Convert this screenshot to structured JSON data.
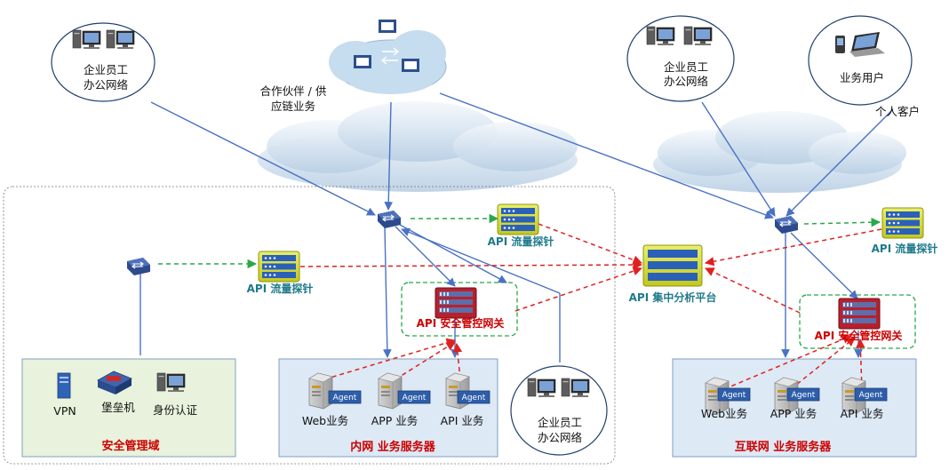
{
  "labels": {
    "office_net_top_left": [
      "企业员工",
      "办公网络"
    ],
    "office_net_top_right": [
      "企业员工",
      "办公网络"
    ],
    "office_net_bottom": [
      "企业员工",
      "办公网络"
    ],
    "business_user": "业务用户",
    "personal_customer": "个人客户",
    "partner": [
      "合作伙伴 / 供",
      "应链业务"
    ],
    "probe_left": "API 流量探针",
    "probe_center": "API 流量探针",
    "probe_right": "API 流量探针",
    "analysis_platform": "API 集中分析平台",
    "gateway_left": "API 安全管控网关",
    "gateway_right": "API 安全管控网关",
    "agent": "Agent",
    "security_zone": {
      "title": "安全管理域",
      "items": [
        "VPN",
        "堡垒机",
        "身份认证"
      ]
    },
    "intranet_zone": {
      "title": "内网 业务服务器",
      "servers": [
        "Web业务",
        "APP 业务",
        "API 业务"
      ]
    },
    "internet_zone": {
      "title": "互联网 业务服务器",
      "servers": [
        "Web业务",
        "APP 业务",
        "API 业务"
      ]
    }
  },
  "colors": {
    "blue_line": "#4a72c4",
    "green_dash": "#2aa84a",
    "red_dash": "#e02020",
    "security_fill": "#e8f2dc",
    "server_zone_fill": "#dde9f5",
    "zone_title": "#cc0000",
    "probe_label": "#1f7a8c"
  }
}
